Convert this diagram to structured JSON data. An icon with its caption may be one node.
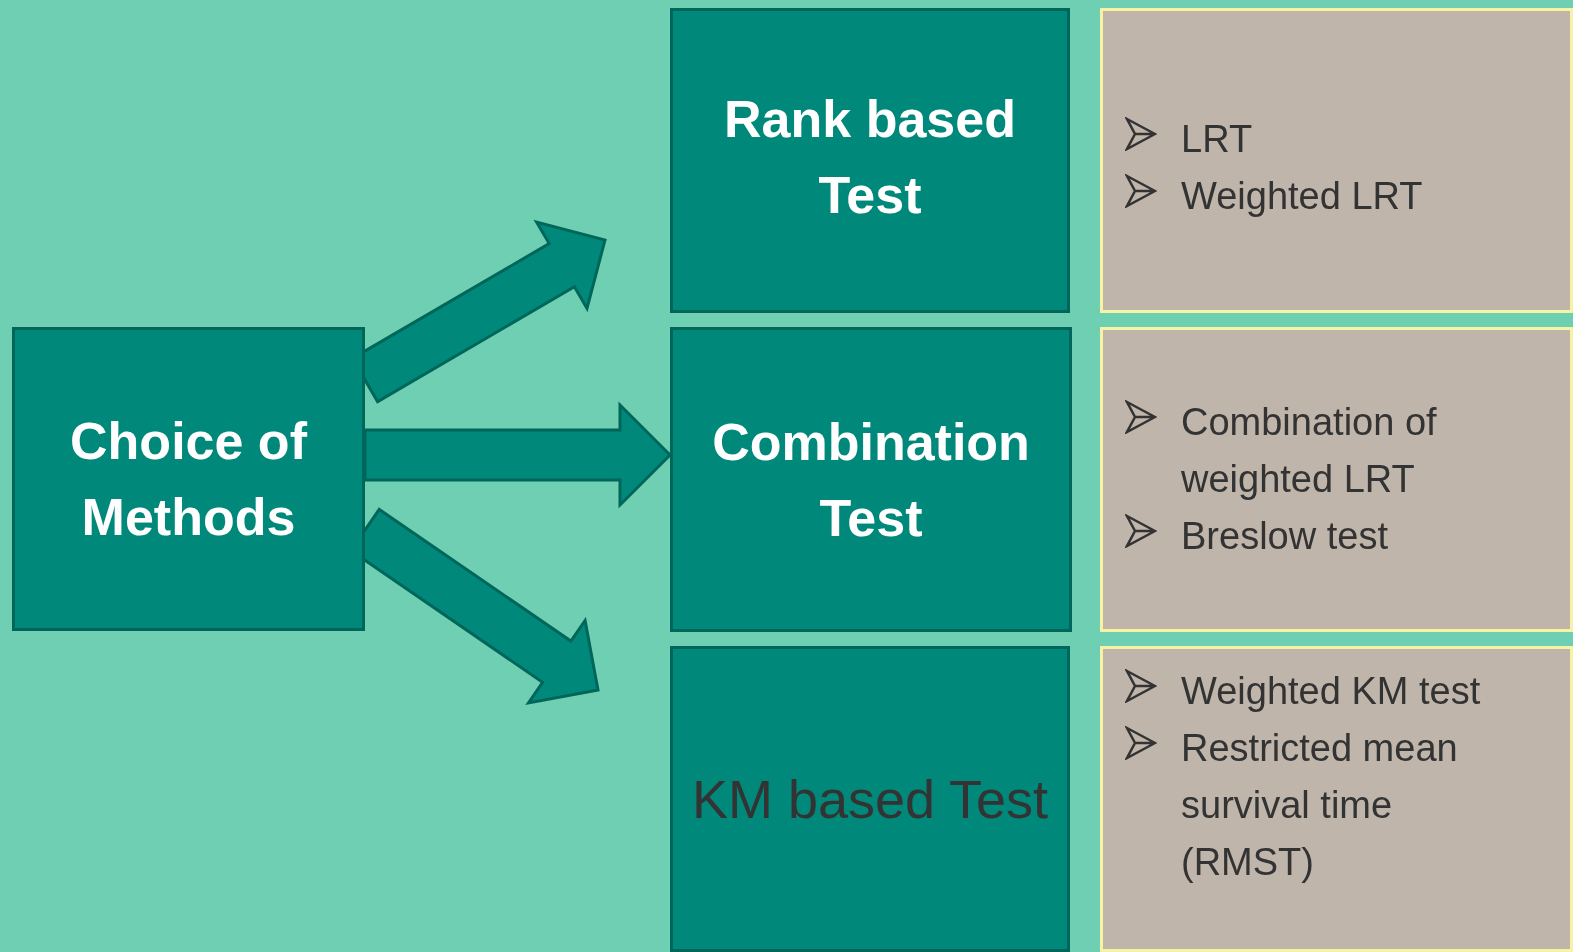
{
  "diagram": {
    "nodes": [
      {
        "text": [
          "Choice of Methods"
        ]
      },
      {
        "text": [
          "Rank based Test"
        ]
      },
      {
        "text": [
          "Combination Test"
        ]
      },
      {
        "text": [
          "KM based Test"
        ]
      },
      {
        "text": [
          "LRT",
          "Weighted LRT"
        ]
      },
      {
        "text": [
          "Combination of weighted LRT",
          "Breslow test"
        ]
      },
      {
        "text": [
          "Weighted KM test",
          "Restricted mean survival time (RMST)"
        ]
      }
    ],
    "edges": [
      {
        "from": 0,
        "to": 1,
        "arrow": "to"
      },
      {
        "from": 0,
        "to": 2,
        "arrow": "to"
      },
      {
        "from": 0,
        "to": 3,
        "arrow": "to"
      }
    ]
  }
}
